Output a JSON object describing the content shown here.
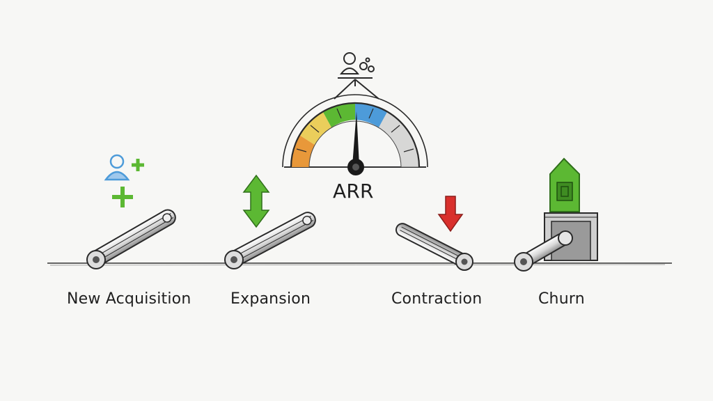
{
  "diagram": {
    "center_label": "ARR",
    "levers": [
      {
        "label": "New Acquisition"
      },
      {
        "label": "Expansion"
      },
      {
        "label": "Contraction"
      },
      {
        "label": "Churn"
      }
    ]
  },
  "colors": {
    "green": "#5cb833",
    "red": "#d9302c",
    "blue": "#4d9bd9",
    "orange": "#e8983a",
    "yellow": "#e9c94a",
    "ink": "#2a2a2a"
  }
}
